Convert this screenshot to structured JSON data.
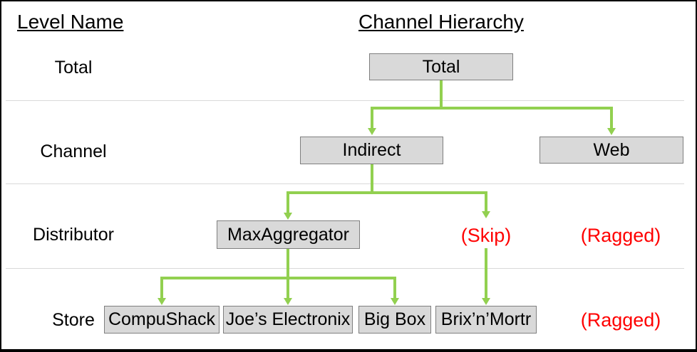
{
  "headers": {
    "level_name": "Level Name",
    "channel_hierarchy": "Channel Hierarchy"
  },
  "levels": [
    {
      "label": "Total"
    },
    {
      "label": "Channel"
    },
    {
      "label": "Distributor"
    },
    {
      "label": "Store"
    }
  ],
  "nodes": {
    "total": {
      "label": "Total",
      "level": "Total"
    },
    "indirect": {
      "label": "Indirect",
      "level": "Channel"
    },
    "web": {
      "label": "Web",
      "level": "Channel"
    },
    "maxaggregator": {
      "label": "MaxAggregator",
      "level": "Distributor"
    },
    "compushack": {
      "label": "CompuShack",
      "level": "Store"
    },
    "joes_electronix": {
      "label": "Joe’s Electronix",
      "level": "Store"
    },
    "big_box": {
      "label": "Big Box",
      "level": "Store"
    },
    "brixnmortr": {
      "label": "Brix’n’Mortr",
      "level": "Store"
    }
  },
  "annotations": {
    "skip": {
      "label": "(Skip)"
    },
    "ragged_distributor": {
      "label": "(Ragged)"
    },
    "ragged_store": {
      "label": "(Ragged)"
    }
  },
  "colors": {
    "connector": "#92D050",
    "annotation": "#FF0000",
    "box_fill": "#D9D9D9",
    "box_border": "#7F7F7F",
    "divider": "#D9D9D9"
  }
}
